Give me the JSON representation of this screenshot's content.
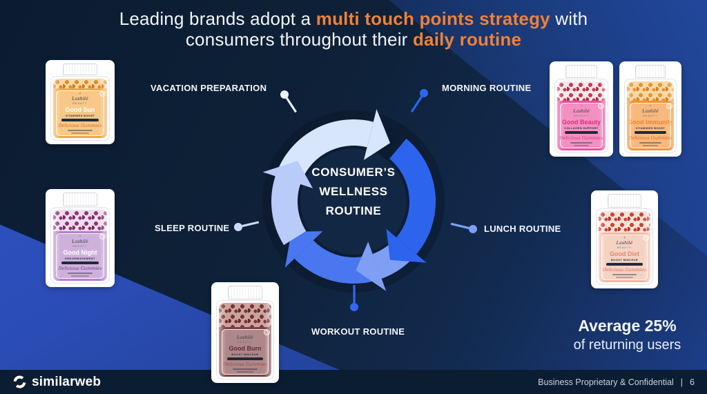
{
  "title": {
    "line1": [
      {
        "text": "Leading brands adopt a ",
        "highlight": false
      },
      {
        "text": "multi touch points strategy",
        "highlight": true
      },
      {
        "text": " with",
        "highlight": false
      }
    ],
    "line2": [
      {
        "text": "consumers throughout their ",
        "highlight": false
      },
      {
        "text": "daily routine",
        "highlight": true
      }
    ],
    "highlight_color": "#ef8138",
    "text_color": "#f2f5f9"
  },
  "diagram": {
    "center_lines": [
      "CONSUMER’S",
      "WELLNESS",
      "ROUTINE"
    ],
    "labels": {
      "vacation": "VACATION PREPARATION",
      "morning": "MORNING ROUTINE",
      "lunch": "LUNCH ROUTINE",
      "workout": "WORKOUT ROUTINE",
      "sleep": "SLEEP ROUTINE"
    },
    "colors": {
      "segment_light": "#d8e6fc",
      "segment_bright": "#2c64ee",
      "segment_periwinkle": "#7f9ff4",
      "segment_medium": "#4a77f0",
      "segment_lavender": "#b9cbf8",
      "pin_vacation": "#e9effc",
      "pin_morning": "#2e66f0",
      "pin_lunch": "#7f9ff4",
      "pin_workout": "#3566f0",
      "pin_sleep": "#cdd9f7"
    }
  },
  "products": [
    {
      "id": "good-sun",
      "brand": "Lashilé",
      "brand_sub": "BEAUTY",
      "name": "Good Sun",
      "subtitle": "VITAMINES BOOST",
      "script": "Delicious Gummies",
      "label_color": "#f3a843",
      "gummy_color": "#e0892f"
    },
    {
      "id": "good-night",
      "brand": "Lashilé",
      "brand_sub": "BEAUTY",
      "name": "Good Night",
      "subtitle": "ENDORMISSEMENT",
      "script": "Delicious Gummies",
      "label_color": "#b184c8",
      "gummy_color": "#93356a"
    },
    {
      "id": "good-burn",
      "brand": "Lashilé",
      "brand_sub": "BEAUTY",
      "name": "Good Burn",
      "subtitle": "BOOST MINCEUR",
      "script": "Delicious Gummies",
      "label_color": "#7b4046",
      "gummy_color": "#7d3039"
    },
    {
      "id": "good-beauty",
      "brand": "Lashilé",
      "brand_sub": "BEAUTY",
      "name": "Good Beauty",
      "subtitle": "COLLAGEN SUPPORT",
      "script": "Delicious Gummies",
      "label_color": "#ea4f9e",
      "gummy_color": "#c53a50"
    },
    {
      "id": "good-immunity",
      "brand": "Lashilé",
      "brand_sub": "BEAUTY",
      "name": "Good Immunity",
      "subtitle": "VITAMINES BOOST",
      "script": "Delicious Gummies",
      "label_color": "#f29034",
      "gummy_color": "#e8942e"
    },
    {
      "id": "good-diet",
      "brand": "Lashilé",
      "brand_sub": "BEAUTY",
      "name": "Good Diet",
      "subtitle": "BOOST MINCEUR",
      "script": "Delicious Gummies",
      "label_color": "#f1b9a4",
      "gummy_color": "#d23f33"
    }
  ],
  "stat": {
    "headline": "Average 25%",
    "subline": "of returning users"
  },
  "footer": {
    "logo_text": "similarweb",
    "note": "Business Proprietary & Confidential",
    "divider": "|",
    "page": "6"
  },
  "icons": {
    "brand_mark": "✦"
  }
}
